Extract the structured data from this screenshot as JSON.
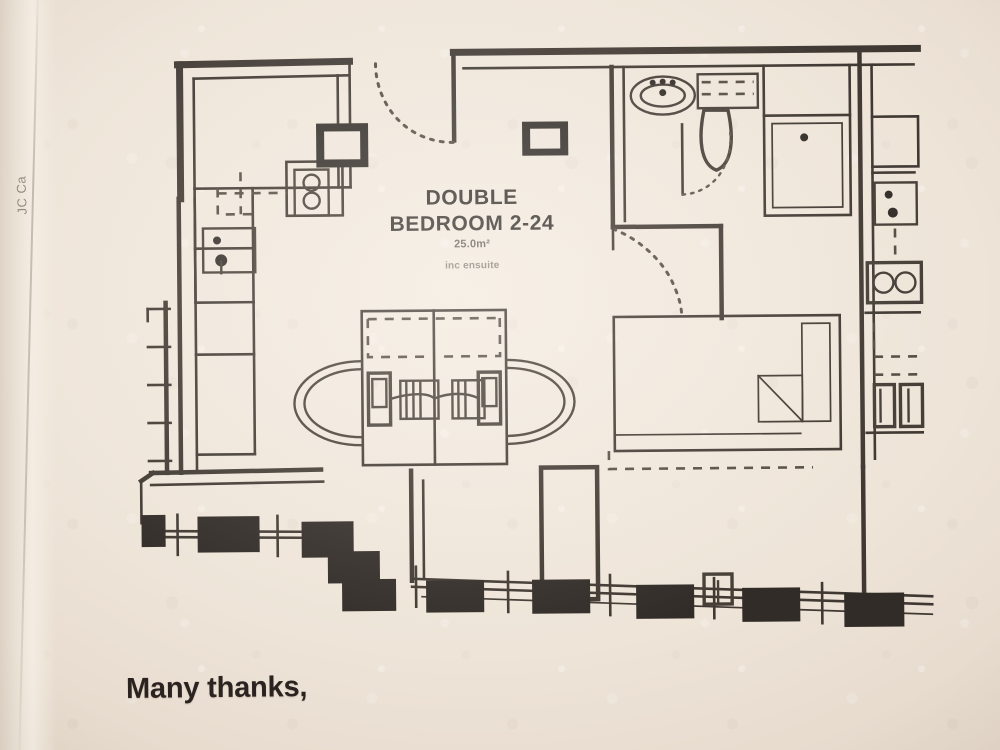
{
  "document": {
    "kind": "photographed-floor-plan",
    "paper_color": "#efe6dc",
    "ink_color": "#2b2622"
  },
  "plan": {
    "label": {
      "line1": "DOUBLE",
      "line2": "BEDROOM 2-24",
      "area": "25.0m²",
      "note": "inc ensuite"
    },
    "room_name": "DOUBLE BEDROOM 2-24",
    "area_value": "25.0",
    "area_unit": "m²",
    "ensuite_note": "inc ensuite",
    "features": [
      {
        "name": "entrance-door",
        "type": "door",
        "swing": "arc"
      },
      {
        "name": "ensuite-door",
        "type": "door",
        "swing": "arc"
      },
      {
        "name": "wc-door",
        "type": "door",
        "swing": "arc"
      },
      {
        "name": "kitchenette-worktop",
        "type": "joinery"
      },
      {
        "name": "kitchen-sink",
        "type": "fixture"
      },
      {
        "name": "kitchen-hob",
        "type": "fixture"
      },
      {
        "name": "kitchen-tall-unit",
        "type": "joinery"
      },
      {
        "name": "wash-basin",
        "type": "fixture"
      },
      {
        "name": "wc-toilet",
        "type": "fixture"
      },
      {
        "name": "shower-tray",
        "type": "fixture"
      },
      {
        "name": "double-bed",
        "type": "furniture"
      },
      {
        "name": "bed-pillow",
        "type": "furniture"
      },
      {
        "name": "desk-left",
        "type": "furniture"
      },
      {
        "name": "desk-right",
        "type": "furniture"
      },
      {
        "name": "chair-left",
        "type": "furniture"
      },
      {
        "name": "chair-right",
        "type": "furniture"
      },
      {
        "name": "wardrobe",
        "type": "joinery"
      },
      {
        "name": "structural-column",
        "type": "structure",
        "count": 10
      },
      {
        "name": "facade-glazing",
        "type": "envelope"
      },
      {
        "name": "ceiling-fixture",
        "type": "fixture",
        "count": 2
      }
    ]
  },
  "annotation": {
    "closing_text": "Many thanks,"
  },
  "page_edge": {
    "partial_text": "JC Ca"
  }
}
